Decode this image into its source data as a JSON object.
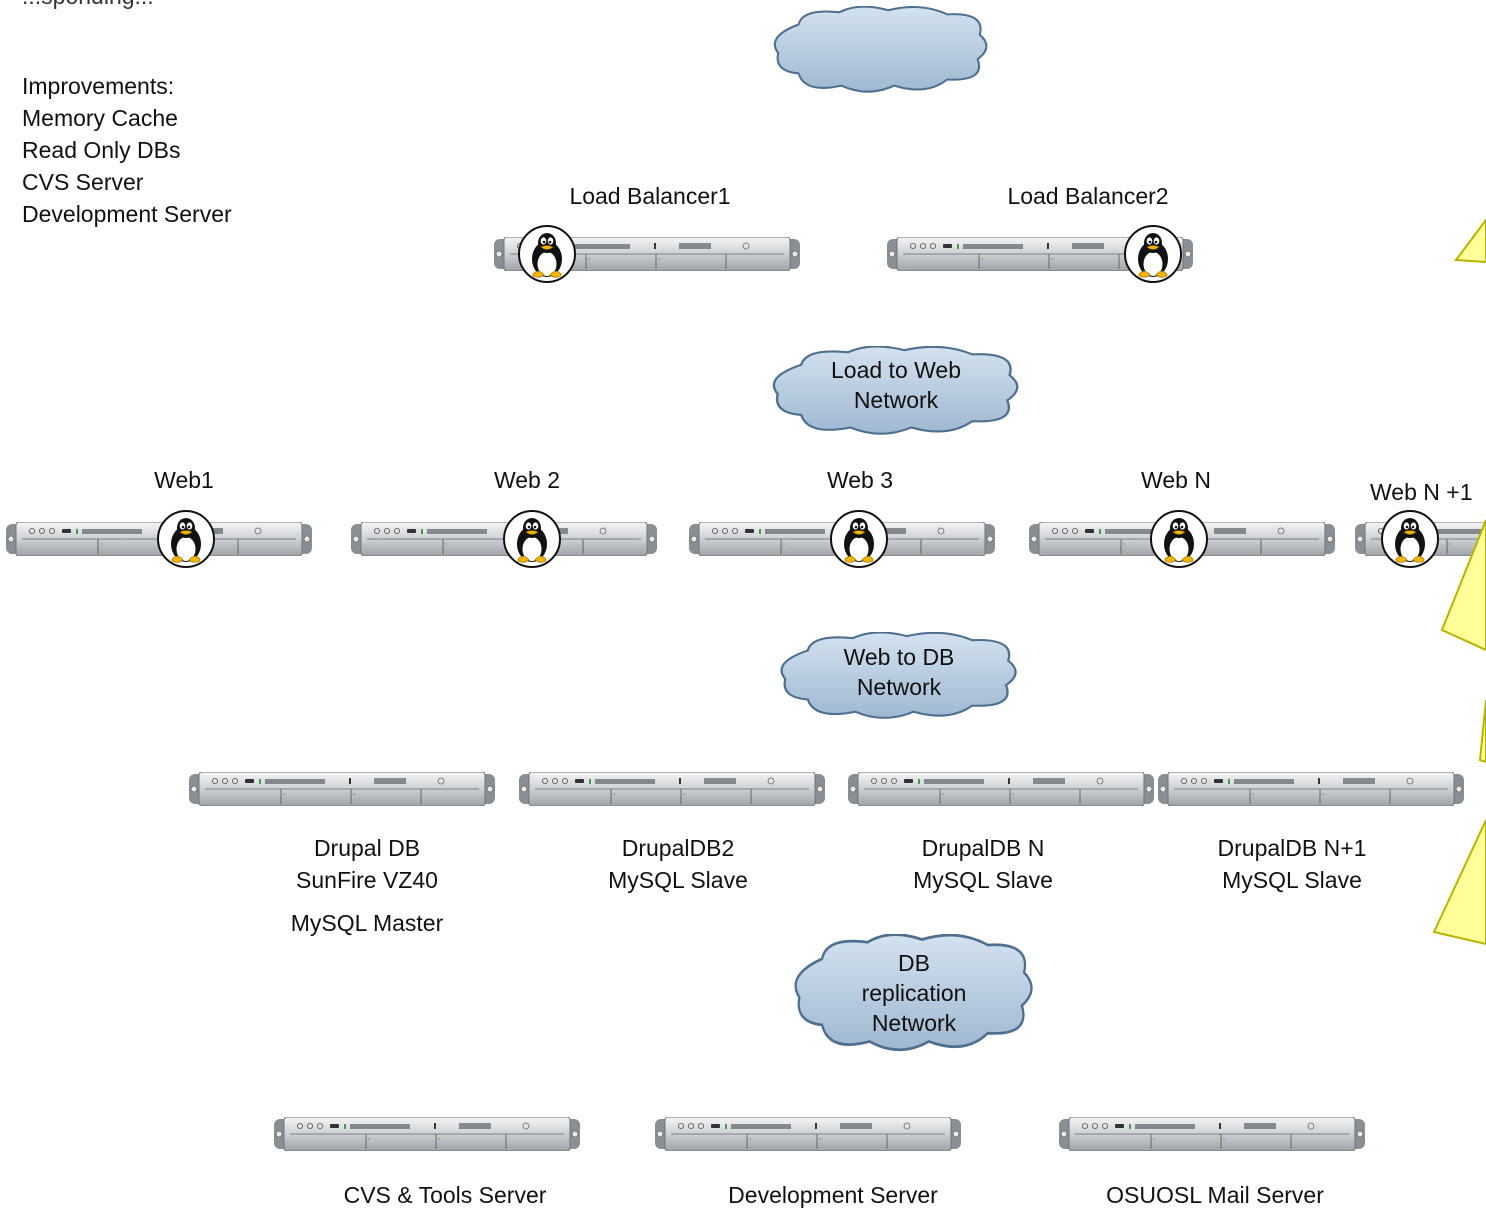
{
  "top_left": {
    "partial_text": "...sponding...",
    "improvements_heading": "Improvements:",
    "improvements": [
      "Memory Cache",
      "Read Only DBs",
      "CVS Server",
      "Development Server"
    ]
  },
  "clouds": {
    "internet": "",
    "load_to_web": [
      "Load to Web",
      "Network"
    ],
    "web_to_db": [
      "Web to DB",
      "Network"
    ],
    "db_replication": [
      "DB",
      "replication",
      "Network"
    ]
  },
  "load_balancers": [
    {
      "label": "Load Balancer1"
    },
    {
      "label": "Load Balancer2"
    }
  ],
  "web_servers": [
    {
      "label": "Web1"
    },
    {
      "label": "Web 2"
    },
    {
      "label": "Web 3"
    },
    {
      "label": "Web N"
    },
    {
      "label": "Web N +1"
    }
  ],
  "db_servers": [
    {
      "lines": [
        "Drupal DB",
        "SunFire VZ40"
      ],
      "extra": "MySQL Master"
    },
    {
      "lines": [
        "DrupalDB2",
        "MySQL Slave"
      ]
    },
    {
      "lines": [
        "DrupalDB N",
        "MySQL Slave"
      ]
    },
    {
      "lines": [
        "DrupalDB N+1",
        "MySQL Slave"
      ]
    }
  ],
  "utility_servers": [
    {
      "label": "CVS & Tools Server"
    },
    {
      "label": "Development Server"
    },
    {
      "label": "OSUOSL Mail Server"
    }
  ],
  "colors": {
    "cloud_fill": "#b3c8dc",
    "cloud_stroke": "#4f6f8f",
    "server_body": "#cfd2d6",
    "callout_fill": "#ffff99",
    "callout_stroke": "#b5b500"
  }
}
